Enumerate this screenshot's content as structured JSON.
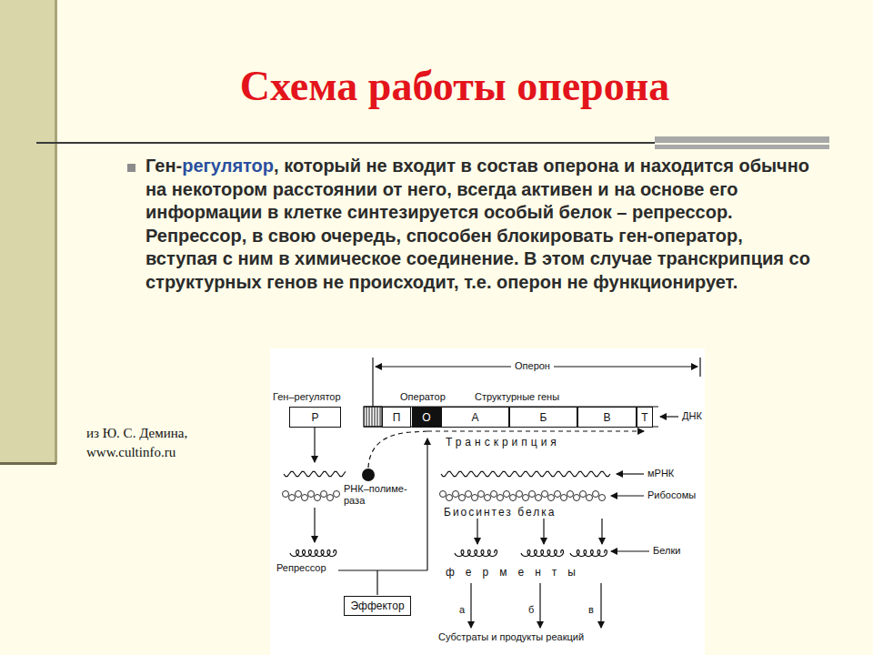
{
  "diagram": {
    "title": "Схема работы оперона",
    "nodes": [
      {
        "text": [
          "Р"
        ]
      },
      {
        "text": [
          "П"
        ]
      },
      {
        "text": [
          "О"
        ]
      },
      {
        "text": [
          "А"
        ]
      },
      {
        "text": [
          "Б"
        ]
      },
      {
        "text": [
          "В"
        ]
      },
      {
        "text": [
          "Т"
        ]
      },
      {
        "text": [
          "Эффектор"
        ]
      }
    ],
    "labels": [
      "Ген-",
      "регулятор",
      ", который не входит в состав оперона и находится обычно на некотором расстоянии от него, всегда активен и на основе его информации в клетке синтезируется особый белок – репрессор. Репрессор, в свою очередь, способен блокировать ген-оператор, вступая с ним в химическое соединение. В этом случае транскрипция со структурных генов не происходит, т.е. оперон не функционирует.",
      "из Ю. С. Демина,",
      "www.cultinfo.ru",
      "Оперон",
      "Ген–регулятор",
      "Оператор",
      "Структурные гены",
      "ДНК",
      "Транскрипция",
      "мРНК",
      "Рибосомы",
      "Биосинтез белка",
      "Белки",
      "ферменты",
      "РНК–полиме- раза",
      "Репрессор",
      "а",
      "б",
      "в",
      "Субстраты и продукты реакций"
    ]
  }
}
